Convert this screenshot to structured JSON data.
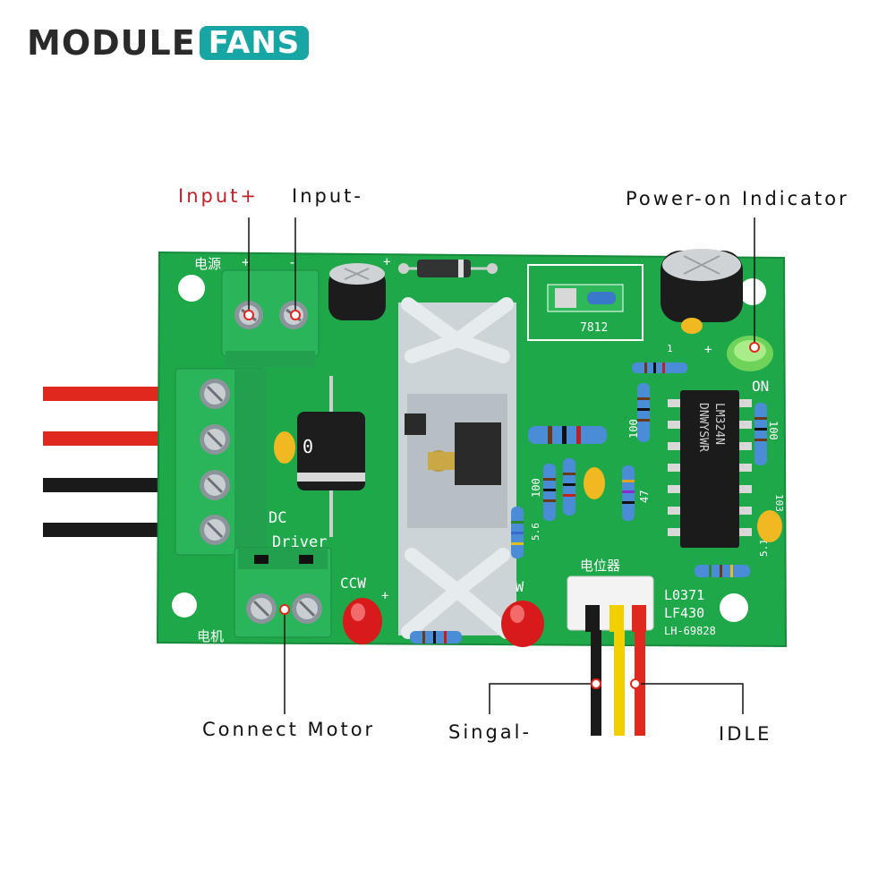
{
  "brand": {
    "part1": "MODULE",
    "part2": "FANS"
  },
  "labels": {
    "input_plus": "Input+",
    "input_minus": "Input-",
    "power_on": "Power-on Indicator",
    "connect_motor": "Connect Motor",
    "signal_minus": "Singal-",
    "idle": "IDLE"
  },
  "board": {
    "power_cn": "电源",
    "plus": "+",
    "minus": "-",
    "motor_cn": "电机",
    "pot_cn": "电位器",
    "dc_line1": "DC",
    "dc_line2": "Driver",
    "ccw": "CCW",
    "cw": "CW",
    "on": "ON",
    "reg": "7812",
    "chip_line1": "DNWYSWR",
    "chip_line2": "LM324N",
    "code1": "L0371",
    "code2": "LF430",
    "code3": "LH-69828",
    "r100a": "100",
    "r100b": "100",
    "r100c": "100",
    "r47": "47",
    "r56": "5.6",
    "r51": "5.1",
    "c103": "103",
    "pin1": "1",
    "diode_mark": "0"
  },
  "colors": {
    "pcb": "#1fa84a",
    "terminal": "#2bb55a",
    "brand_teal": "#18a6a4",
    "input_plus": "#c0202a",
    "wire_red": "#e0281e",
    "wire_black": "#1a1a1a",
    "wire_yellow": "#f2d000"
  }
}
